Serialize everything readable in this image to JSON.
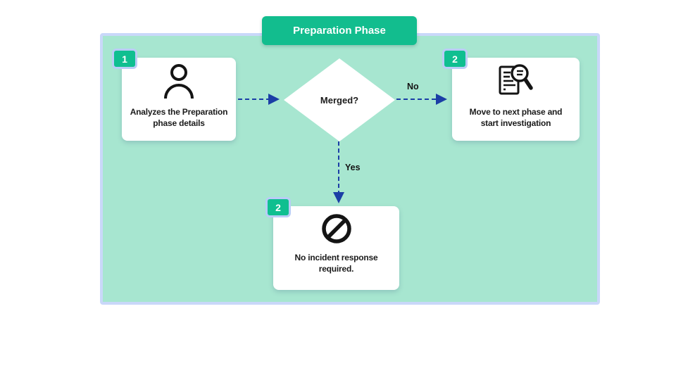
{
  "title_banner": {
    "label": "Preparation Phase"
  },
  "diagram": {
    "nodes": [
      {
        "id": "analyze",
        "badge": "1",
        "icon": "person-icon",
        "label": "Analyzes the Preparation\nphase details"
      },
      {
        "id": "decision",
        "icon": "",
        "label": "Merged?"
      },
      {
        "id": "investigate",
        "badge": "2",
        "icon": "document-search-icon",
        "label": "Move to next phase and\nstart investigation"
      },
      {
        "id": "no_incident",
        "badge": "2",
        "icon": "prohibition-icon",
        "label": "No incident response\nrequired."
      }
    ],
    "edges": [
      {
        "from": "analyze",
        "to": "decision",
        "label": ""
      },
      {
        "from": "decision",
        "to": "investigate",
        "label": "No"
      },
      {
        "from": "decision",
        "to": "no_incident",
        "label": "Yes"
      }
    ]
  },
  "colors": {
    "banner_green": "#12bd8e",
    "badge_green": "#0fbf90",
    "panel_mint": "#a7e6d0",
    "panel_border": "#c9d8f9",
    "badge_border": "#b9cdf6",
    "arrow_navy": "#1b3ea6",
    "node_white": "#ffffff",
    "text_dark": "#1b1b1b"
  }
}
